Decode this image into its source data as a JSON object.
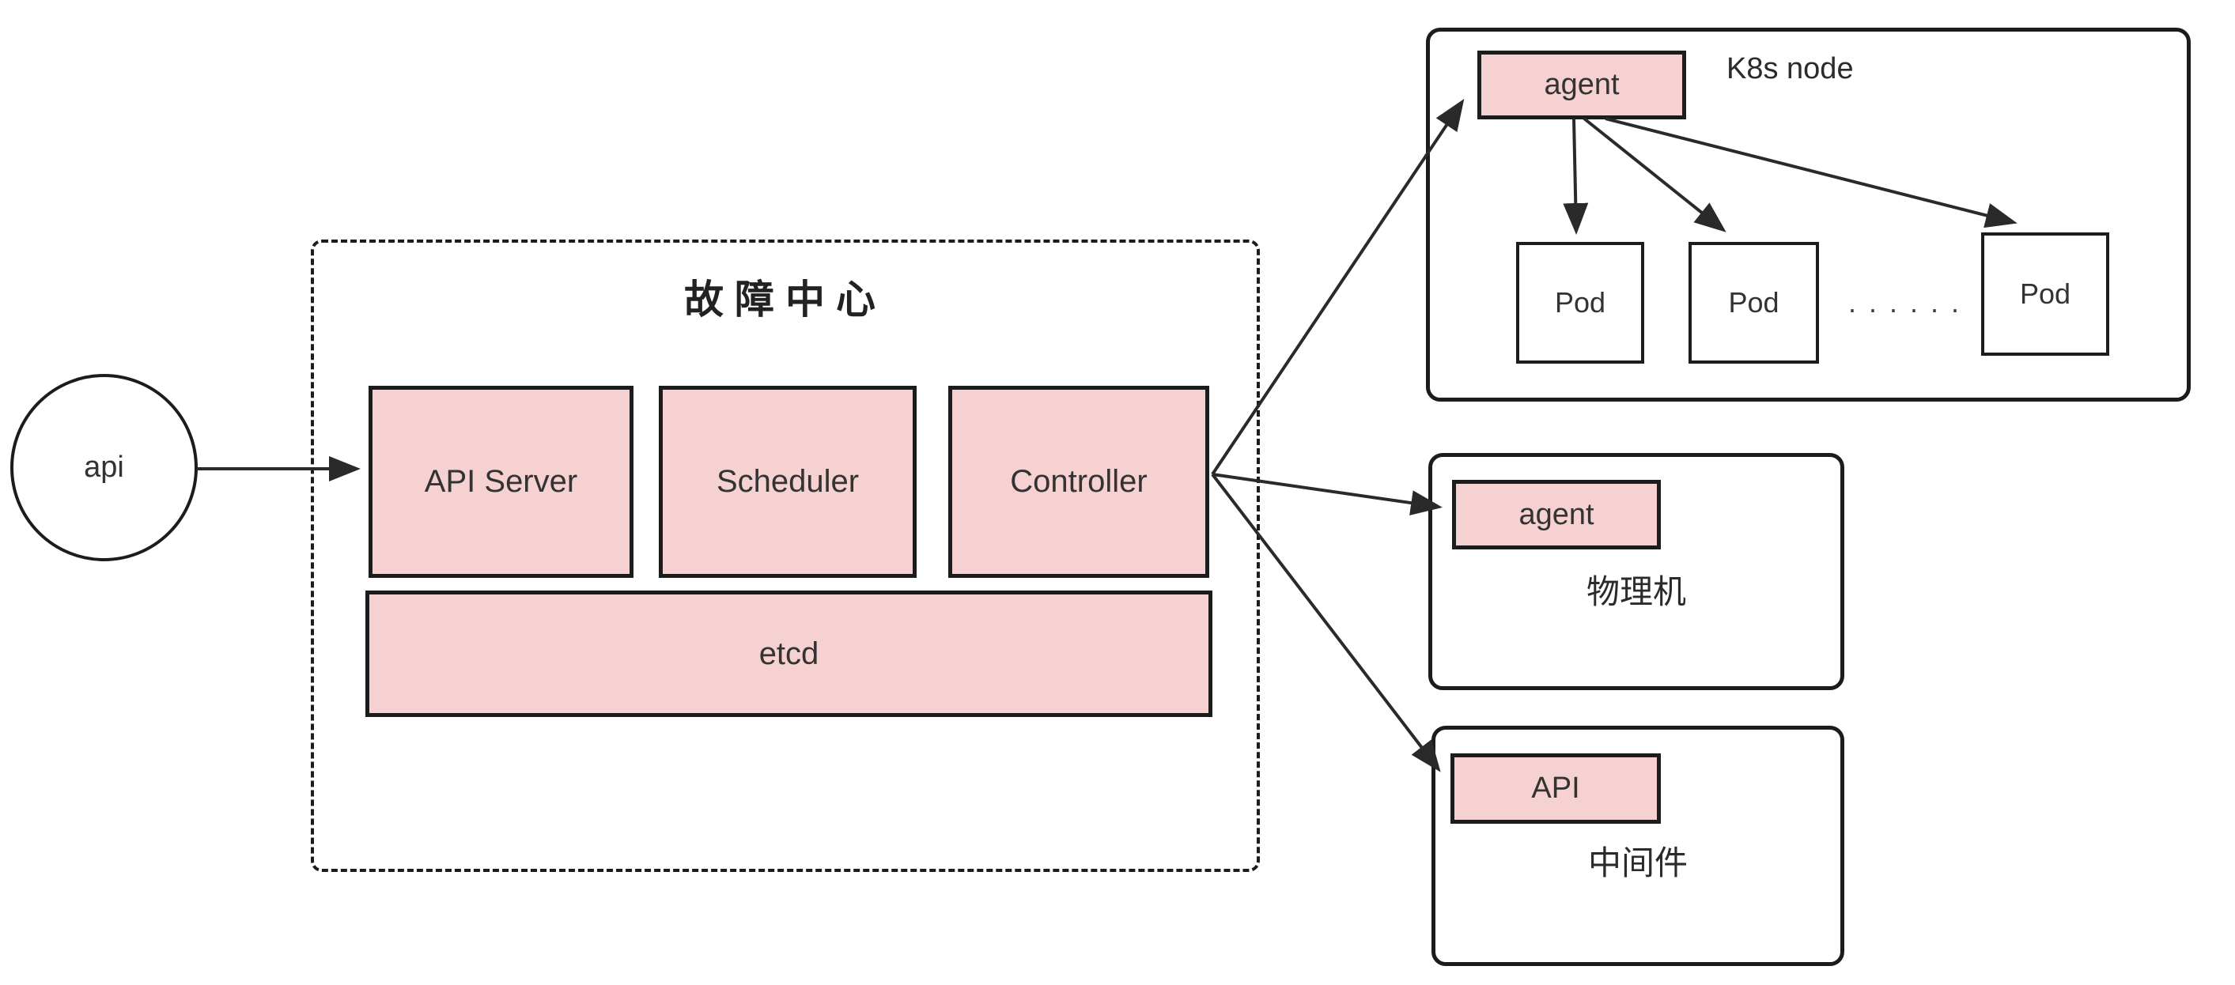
{
  "diagram": {
    "api_circle": {
      "label": "api"
    },
    "fault_center": {
      "title": "故障中心",
      "api_server": "API Server",
      "scheduler": "Scheduler",
      "controller": "Controller",
      "etcd": "etcd"
    },
    "k8s_node": {
      "title": "K8s node",
      "agent": "agent",
      "pods": [
        "Pod",
        "Pod",
        "Pod"
      ],
      "ellipsis": "······"
    },
    "physical_machine": {
      "title": "物理机",
      "agent": "agent"
    },
    "middleware": {
      "title": "中间件",
      "api": "API"
    },
    "colors": {
      "node_fill": "#f5d1d1",
      "node_border": "#1c1c1c",
      "line": "#2a2a2a",
      "text": "#333333",
      "bg": "#ffffff"
    }
  }
}
